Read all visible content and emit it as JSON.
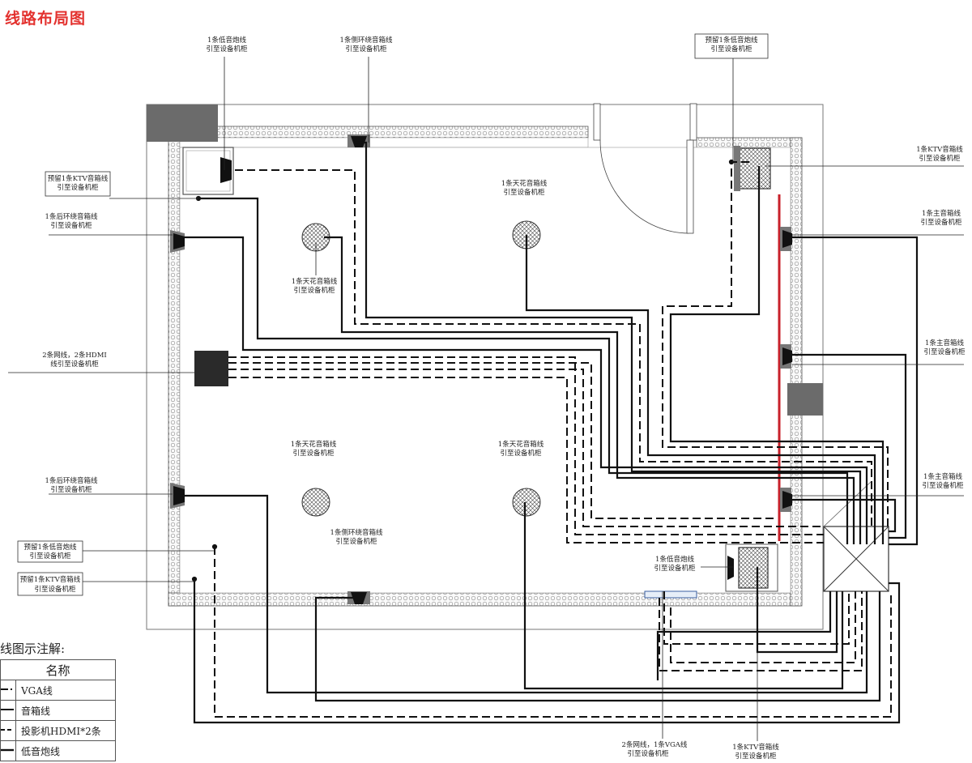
{
  "title": "线路布局图",
  "labels": {
    "sub_top": [
      "1条低音炮线",
      "引至设备机柜"
    ],
    "surround_top": [
      "1条侧环绕音箱线",
      "引至设备机柜"
    ],
    "reserved_sub_top": [
      "预留1条低音炮线",
      "引至设备机柜"
    ],
    "ktv_right": [
      "1条KTV音箱线",
      "引至设备机柜"
    ],
    "main_1": [
      "1条主音箱线",
      "引至设备机柜"
    ],
    "main_2": [
      "1条主音箱线",
      "引至设备机柜"
    ],
    "main_3": [
      "1条主音箱线",
      "引至设备机柜"
    ],
    "reserved_ktv_left_top": [
      "预留1条KTV音箱线",
      "引至设备机柜"
    ],
    "rear_surround_1": [
      "1条后环绕音箱线",
      "引至设备机柜"
    ],
    "rear_surround_2": [
      "1条后环绕音箱线",
      "引至设备机柜"
    ],
    "ceiling_top_center": [
      "1条天花音箱线",
      "引至设备机柜"
    ],
    "ceiling_top_left": [
      "1条天花音箱线",
      "引至设备机柜"
    ],
    "network_hdmi": [
      "2条网线，2条HDMI",
      "线引至设备机柜"
    ],
    "ceiling_bottom_left": [
      "1条天花音箱线",
      "引至设备机柜"
    ],
    "ceiling_bottom_right": [
      "1条天花音箱线",
      "引至设备机柜"
    ],
    "surround_bottom": [
      "1条侧环绕音箱线",
      "引至设备机柜"
    ],
    "sub_bottom": [
      "1条低音炮线",
      "引至设备机柜"
    ],
    "reserved_sub_left": [
      "预留1条低音炮线",
      "引至设备机柜"
    ],
    "reserved_ktv_left_bottom": [
      "预留1条KTV音箱线",
      "引至设备机柜"
    ],
    "network_vga_bottom": [
      "2条网线，1条VGA线",
      "引至设备机柜"
    ],
    "ktv_bottom": [
      "1条KTV音箱线",
      "引至设备机柜"
    ]
  },
  "legend": {
    "title": "线图示注解:",
    "header": "名称",
    "items": [
      {
        "name": "VGA线",
        "style": "dashdot"
      },
      {
        "name": "音箱线",
        "style": "solid"
      },
      {
        "name": "投影机HDMI*2条",
        "style": "dashed"
      },
      {
        "name": "低音炮线",
        "style": "longdash"
      }
    ]
  },
  "colors": {
    "title": "#e3322f",
    "red_wall": "#c8202a",
    "line": "#111111",
    "block": "#6b6b6b"
  }
}
